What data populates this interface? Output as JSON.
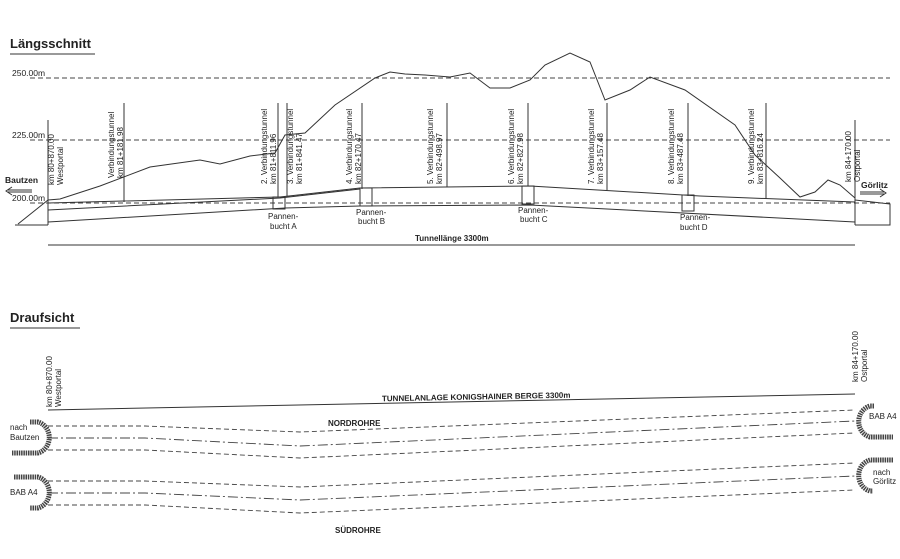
{
  "profile": {
    "title": "Längsschnitt",
    "elevations": [
      "250.00m",
      "225.00m",
      "200.00m"
    ],
    "west_dir": "Bautzen",
    "east_dir": "Görlitz",
    "west_portal": {
      "km": "km 80+870.00",
      "name": "Westportal"
    },
    "east_portal": {
      "km": "km 84+170.00",
      "name": "Ostportal"
    },
    "connections": [
      {
        "name": "Verbindungstunnel",
        "km": "km 81+181.98"
      },
      {
        "name": "2. Verbindungstunnel",
        "km": "km 81+811.96"
      },
      {
        "name": "3. Verbindungstunnel",
        "km": "km 81+841.47"
      },
      {
        "name": "4. Verbindungstunnel",
        "km": "km 82+170.47"
      },
      {
        "name": "5. Verbindungstunnel",
        "km": "km 82+498.97"
      },
      {
        "name": "6. Verbindungstunnel",
        "km": "km 82+827.98"
      },
      {
        "name": "7. Verbindungstunnel",
        "km": "km 83+157.48"
      },
      {
        "name": "8. Verbindungstunnel",
        "km": "km 83+487.48"
      },
      {
        "name": "9. Verbindungstunnel",
        "km": "km 83+816.24"
      }
    ],
    "breakdown_bays": [
      {
        "l1": "Pannen-",
        "l2": "bucht A"
      },
      {
        "l1": "Pannen-",
        "l2": "bucht B"
      },
      {
        "l1": "Pannen-",
        "l2": "bucht C"
      },
      {
        "l1": "Pannen-",
        "l2": "bucht D"
      }
    ],
    "length_label": "Tunnellänge 3300m"
  },
  "plan": {
    "title": "Draufsicht",
    "west_portal": {
      "km": "km 80+870.00",
      "name": "Westportal"
    },
    "east_portal": {
      "km": "km 84+170.00",
      "name": "Ostportal"
    },
    "facility_label": "TUNNELANLAGE KONIGSHAINER BERGE 3300m",
    "north_tube": "NORDROHRE",
    "south_tube": "SÜDROHRE",
    "west_north": {
      "l1": "nach",
      "l2": "Bautzen"
    },
    "west_south": "BAB A4",
    "east_north": "BAB A4",
    "east_south": {
      "l1": "nach",
      "l2": "Görlitz"
    }
  }
}
